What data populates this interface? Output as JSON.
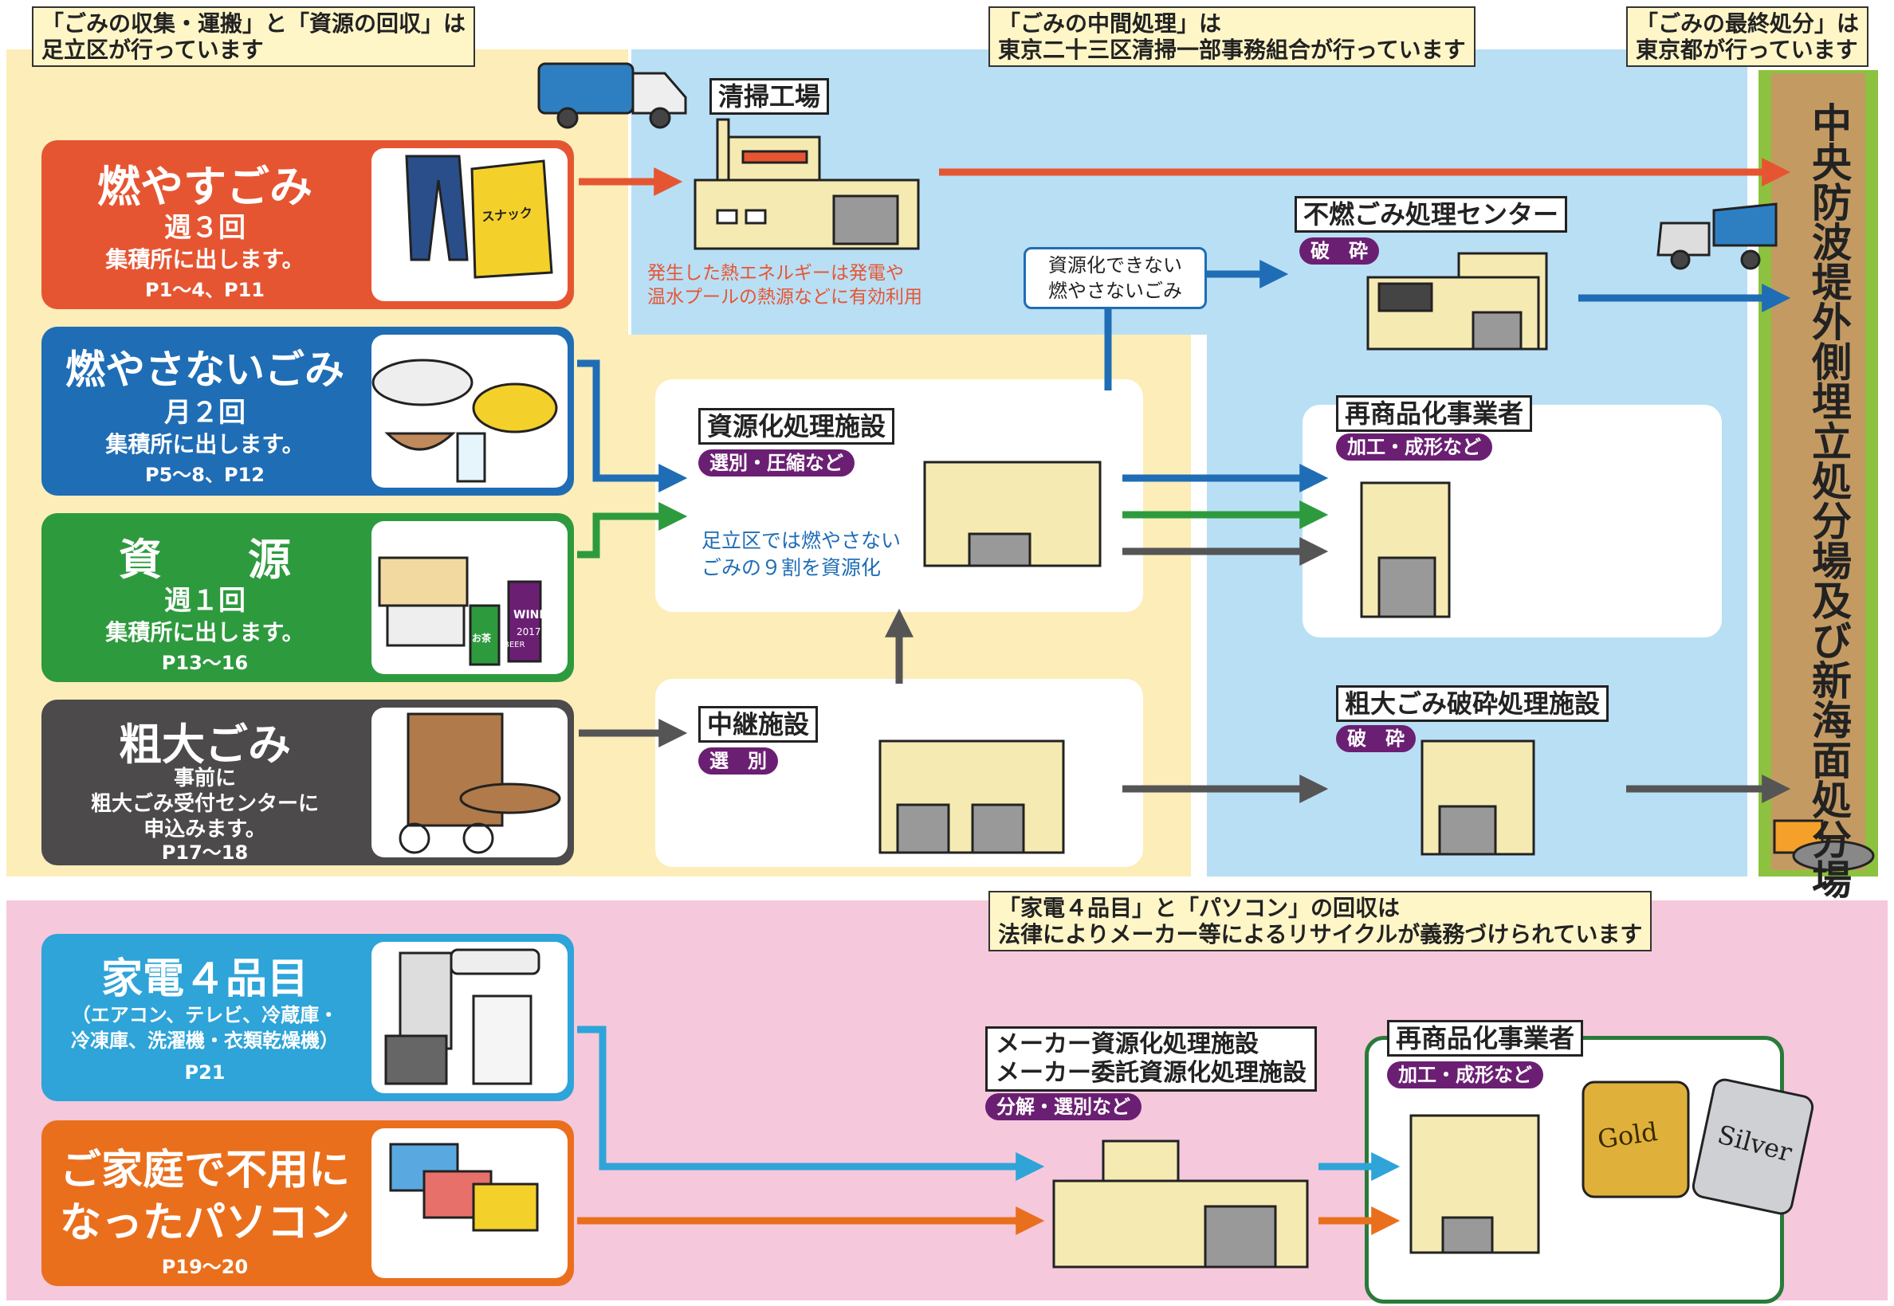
{
  "callouts": {
    "ward": [
      "「ごみの収集・運搬」と「資源の回収」は",
      "足立区が行っています"
    ],
    "association": [
      "「ごみの中間処理」は",
      "東京二十三区清掃一部事務組合が行っています"
    ],
    "metro": [
      "「ごみの最終処分」は",
      "東京都が行っています"
    ],
    "appliance_law": [
      "「家電４品目」と「パソコン」の回収は",
      "法律によりメーカー等によるリサイクルが義務づけられています"
    ]
  },
  "categories": {
    "burnable": {
      "title": "燃やすごみ",
      "freq": "週３回",
      "note": "集積所に出します。",
      "pages": "P1～4、P11",
      "snack_label": "スナック"
    },
    "nonburnable": {
      "title": "燃やさないごみ",
      "freq": "月２回",
      "note": "集積所に出します。",
      "pages": "P5～8、P12"
    },
    "resources": {
      "title": "資　　源",
      "freq": "週１回",
      "note": "集積所に出します。",
      "pages": "P13～16",
      "wine_label": "WINE",
      "wine_year": "2017",
      "tea_label": "お茶",
      "beer_label": "BEER"
    },
    "oversized": {
      "title": "粗大ごみ",
      "lines": [
        "事前に",
        "粗大ごみ受付センターに",
        "申込みます。"
      ],
      "pages": "P17～18"
    },
    "appliances": {
      "title": "家電４品目",
      "lines": [
        "（エアコン、テレビ、冷蔵庫・",
        "冷凍庫、洗濯機・衣類乾燥機）"
      ],
      "pages": "P21"
    },
    "pc": {
      "title_lines": [
        "ご家庭で不用に",
        "なったパソコン"
      ],
      "pages": "P19～20"
    }
  },
  "facilities": {
    "incinerator": {
      "label": "清掃工場",
      "note": [
        "発生した熱エネルギーは発電や",
        "温水プールの熱源などに有効利用"
      ]
    },
    "nonburnable_center": {
      "label": "不燃ごみ処理センター",
      "tag": "破　砕"
    },
    "unrecyclable_box": [
      "資源化できない",
      "燃やさないごみ"
    ],
    "recycling_facility": {
      "label": "資源化処理施設",
      "tag": "選別・圧縮など",
      "note": [
        "足立区では燃やさない",
        "ごみの９割を資源化"
      ]
    },
    "relay": {
      "label": "中継施設",
      "tag": "選　別"
    },
    "recommercialize_1": {
      "label": "再商品化事業者",
      "tag": "加工・成形など"
    },
    "oversized_crusher": {
      "label": "粗大ごみ破砕処理施設",
      "tag": "破　砕"
    },
    "landfill": {
      "label": "中央防波堤外側埋立処分場及び新海面処分場"
    },
    "maker_facility": {
      "label_lines": [
        "メーカー資源化処理施設",
        "メーカー委託資源化処理施設"
      ],
      "tag": "分解・選別など"
    },
    "recommercialize_2": {
      "label": "再商品化事業者",
      "tag": "加工・成形など",
      "gold": "Gold",
      "silver": "Silver"
    }
  },
  "colors": {
    "burnable": "#e65532",
    "nonburnable": "#1f6db5",
    "resources": "#2e9a3e",
    "oversized": "#4c4a4b",
    "appliances": "#2ea4d9",
    "pc": "#ea6f1c",
    "ward_zone": "#fcedb9",
    "association_zone": "#b9dff5",
    "appliance_zone": "#f5c8dc",
    "landfill": "#c49a63",
    "landfill_border": "#8cc23f",
    "tag": "#6b1f73"
  }
}
